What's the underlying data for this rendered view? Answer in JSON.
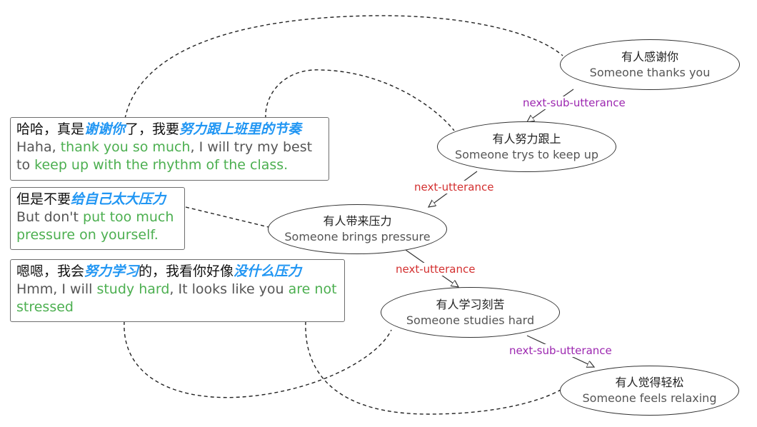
{
  "utterances": [
    {
      "zh": [
        {
          "t": "哈哈，真是",
          "hl": false
        },
        {
          "t": "谢谢你",
          "hl": true
        },
        {
          "t": "了，我要",
          "hl": false
        },
        {
          "t": "努力跟上班里的节奏",
          "hl": true
        }
      ],
      "en": [
        {
          "t": "Haha, ",
          "hl": false
        },
        {
          "t": "thank you so much",
          "hl": true
        },
        {
          "t": ", I will try my best to ",
          "hl": false
        },
        {
          "t": "keep up with the rhythm of the class.",
          "hl": true
        }
      ]
    },
    {
      "zh": [
        {
          "t": "但是不要",
          "hl": false
        },
        {
          "t": "给自己太大压力",
          "hl": true
        }
      ],
      "en": [
        {
          "t": "But don't ",
          "hl": false
        },
        {
          "t": "put too much pressure on yourself.",
          "hl": true
        }
      ]
    },
    {
      "zh": [
        {
          "t": "嗯嗯，我会",
          "hl": false
        },
        {
          "t": "努力学习",
          "hl": true
        },
        {
          "t": "的，我看你好像",
          "hl": false
        },
        {
          "t": "没什么压力",
          "hl": true
        }
      ],
      "en": [
        {
          "t": "Hmm, I will ",
          "hl": false
        },
        {
          "t": "study hard",
          "hl": true
        },
        {
          "t": ", It looks like you ",
          "hl": false
        },
        {
          "t": "are not stressed",
          "hl": true
        }
      ]
    }
  ],
  "nodes": [
    {
      "zh": "有人感谢你",
      "en": "Someone thanks you"
    },
    {
      "zh": "有人努力跟上",
      "en": "Someone trys to keep up"
    },
    {
      "zh": "有人带来压力",
      "en": "Someone brings pressure"
    },
    {
      "zh": "有人学习刻苦",
      "en": "Someone studies hard"
    },
    {
      "zh": "有人觉得轻松",
      "en": "Someone feels relaxing"
    }
  ],
  "edges": [
    {
      "label": "next-sub-utterance",
      "kind": "sub"
    },
    {
      "label": "next-utterance",
      "kind": "utt"
    },
    {
      "label": "next-utterance",
      "kind": "utt"
    },
    {
      "label": "next-sub-utterance",
      "kind": "sub"
    }
  ],
  "colors": {
    "highlight_zh": "#2196f3",
    "highlight_en": "#4caf50",
    "sub_utterance": "#9c27b0",
    "utterance": "#d32f2f"
  }
}
